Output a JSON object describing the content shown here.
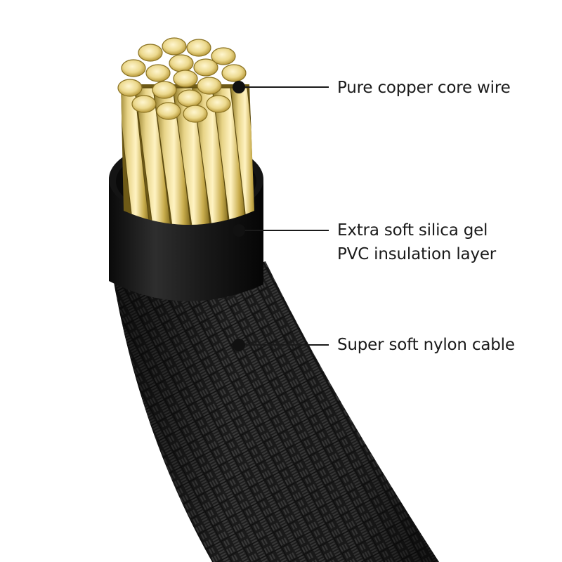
{
  "diagram": {
    "callouts": [
      {
        "id": "copper",
        "lines": [
          "Pure copper core wire"
        ]
      },
      {
        "id": "insulation",
        "lines": [
          "Extra soft silica gel",
          "PVC insulation layer"
        ]
      },
      {
        "id": "nylon",
        "lines": [
          "Super soft nylon cable"
        ]
      }
    ]
  }
}
